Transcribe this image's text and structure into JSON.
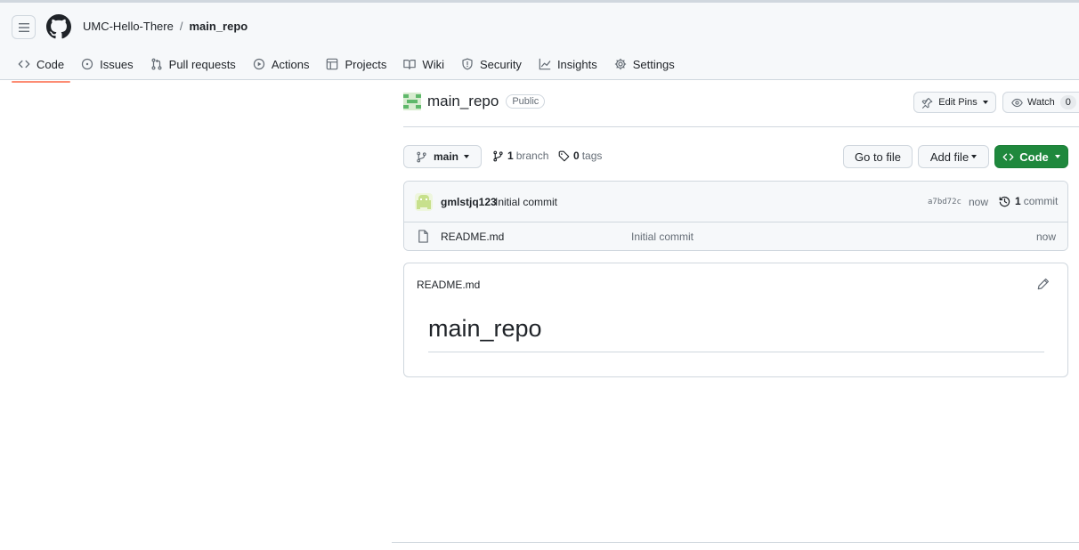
{
  "header": {
    "owner": "UMC-Hello-There",
    "separator": "/",
    "repo": "main_repo"
  },
  "tabs": [
    {
      "label": "Code",
      "icon": "code-icon",
      "selected": true
    },
    {
      "label": "Issues",
      "icon": "issue-opened-icon"
    },
    {
      "label": "Pull requests",
      "icon": "git-pull-request-icon"
    },
    {
      "label": "Actions",
      "icon": "play-icon"
    },
    {
      "label": "Projects",
      "icon": "table-icon"
    },
    {
      "label": "Wiki",
      "icon": "book-icon"
    },
    {
      "label": "Security",
      "icon": "shield-icon"
    },
    {
      "label": "Insights",
      "icon": "graph-icon"
    },
    {
      "label": "Settings",
      "icon": "gear-icon"
    }
  ],
  "repo": {
    "name": "main_repo",
    "visibility": "Public",
    "edit_pins_label": "Edit Pins",
    "watch_label": "Watch",
    "watch_count": "0"
  },
  "toolbar": {
    "branch": "main",
    "branch_count": "1",
    "branch_label": "branch",
    "tag_count": "0",
    "tag_label": "tags",
    "go_to_file": "Go to file",
    "add_file": "Add file",
    "code_button": "Code"
  },
  "latest_commit": {
    "author": "gmlstjq123",
    "message": "Initial commit",
    "sha": "a7bd72c",
    "time": "now",
    "commit_count": "1",
    "commit_label": "commit"
  },
  "files": [
    {
      "name": "README.md",
      "commit_message": "Initial commit",
      "time": "now",
      "icon": "file-icon"
    }
  ],
  "readme": {
    "filename": "README.md",
    "heading": "main_repo"
  },
  "colors": {
    "accent_tab_underline": "#fd8c73",
    "primary_button": "#1f883d",
    "border": "#d0d7de",
    "muted_text": "#656d76"
  }
}
